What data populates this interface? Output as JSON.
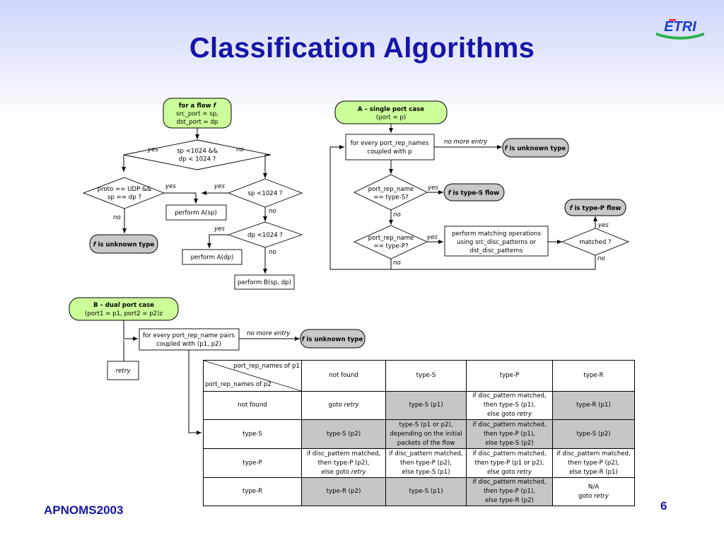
{
  "slide": {
    "title": "Classification Algorithms",
    "logo_text": "ETRI",
    "footer_left": "APNOMS2003",
    "page_number": "6"
  },
  "colors": {
    "title": "#1515a8",
    "start_terminal": "#ccff99",
    "end_terminal": "#c8c8c8",
    "table_shade": "#c6c6c6"
  },
  "flow_main": {
    "start": {
      "line1": "for a flow ",
      "sym": "f",
      "line2": "src_port = sp,",
      "line3": "dst_port = dp"
    },
    "d1": {
      "line1": "sp <1024 &&",
      "line2": "dp < 1024 ?"
    },
    "d2": {
      "line1": "proto == UDP &&",
      "line2": "sp == dp ?"
    },
    "d3": {
      "line1": "sp <1024 ?"
    },
    "d4": {
      "line1": "dp <1024 ?"
    },
    "p_sp": "perform A(sp)",
    "p_dp": "perform A(dp)",
    "p_spdp": "perform B(sp, dp)",
    "unknown": {
      "sym": "f",
      "text": " is unknown type"
    },
    "labels": {
      "yes_d1": "yes",
      "no_d1": "no",
      "yes_d2": "yes",
      "no_d2": "no",
      "yes_d3": "yes",
      "no_d3": "no",
      "yes_d4": "yes",
      "no_d4": "no"
    }
  },
  "flow_a": {
    "start": {
      "line1": "A – single port case",
      "line2": "(port = p)"
    },
    "loop": {
      "line1": "for every port_rep_names",
      "line2": "coupled with p"
    },
    "no_more": "no more entry",
    "unknown": {
      "sym": "f",
      "text": " is unknown type"
    },
    "dS": {
      "line1": "port_rep_name",
      "line2": "== type-S?"
    },
    "typeS": {
      "sym": "f",
      "text": " is type-S flow"
    },
    "dP": {
      "line1": "port_rep_name",
      "line2": "== type-P?"
    },
    "match_op": {
      "line1": "perform matching operations",
      "line2": "using src_disc_patterns or",
      "line3": "dst_disc_patterns"
    },
    "dM": "matched ?",
    "typeP": {
      "sym": "f",
      "text": " is type-P flow"
    },
    "labels": {
      "yes_S": "yes",
      "no_S": "no",
      "yes_P": "yes",
      "no_P": "no",
      "yes_M": "yes",
      "no_M": "no"
    }
  },
  "flow_b": {
    "start": {
      "line1": "B – dual port case",
      "line2": "(port1 = p1, port2 = p2)z"
    },
    "loop": {
      "line1": "for every port_rep_name pairs",
      "line2": "coupled with (p1, p2)"
    },
    "no_more": "no more entry",
    "unknown": {
      "sym": "f",
      "text": " is unknown type"
    },
    "retry": "retry"
  },
  "table": {
    "corner_top": "port_rep_names of p1",
    "corner_bottom": "port_rep_names of p2",
    "col_headers": [
      "not found",
      "type-S",
      "type-P",
      "type-R"
    ],
    "rows": [
      {
        "header": "not found",
        "cells": [
          {
            "l1": "goto ",
            "l1i": "retry"
          },
          {
            "l1": "type-S (p1)"
          },
          {
            "l1": "if disc_pattern matched,",
            "l2": "then type-S (p1),",
            "l3": "else goto ",
            "l3i": "retry"
          },
          {
            "l1": "type-R (p1)"
          }
        ]
      },
      {
        "header": "type-S",
        "cells": [
          {
            "l1": "type-S (p2)"
          },
          {
            "l1": "type-S (p1 or p2),",
            "l2": "depending on the initial",
            "l3": "packets of the flow"
          },
          {
            "l1": "if disc_pattern matched,",
            "l2": "then type-P (p1),",
            "l3": "else type-S (p2)"
          },
          {
            "l1": "type-S (p2)"
          }
        ]
      },
      {
        "header": "type-P",
        "cells": [
          {
            "l1": "if disc_pattern matched,",
            "l2": "then type-P (p2),",
            "l3": "else goto ",
            "l3i": "retry"
          },
          {
            "l1": "if disc_pattern matched,",
            "l2": "then type-P (p2),",
            "l3": "else type-S (p1)"
          },
          {
            "l1": "if disc_pattern matched,",
            "l2": "then type-P (p1 or p2),",
            "l3": "else goto ",
            "l3i": "retry"
          },
          {
            "l1": "if disc_pattern matched,",
            "l2": "then type-P (p2),",
            "l3": "else type-R (p1)"
          }
        ]
      },
      {
        "header": "type-R",
        "cells": [
          {
            "l1": "type-R (p2)"
          },
          {
            "l1": "type-S (p1)"
          },
          {
            "l1": "if disc_pattern matched,",
            "l2": "then type-P (p1),",
            "l3": "else type-R (p2)"
          },
          {
            "l1": "N/A",
            "l2": "goto ",
            "l2i": "retry"
          }
        ]
      }
    ]
  }
}
